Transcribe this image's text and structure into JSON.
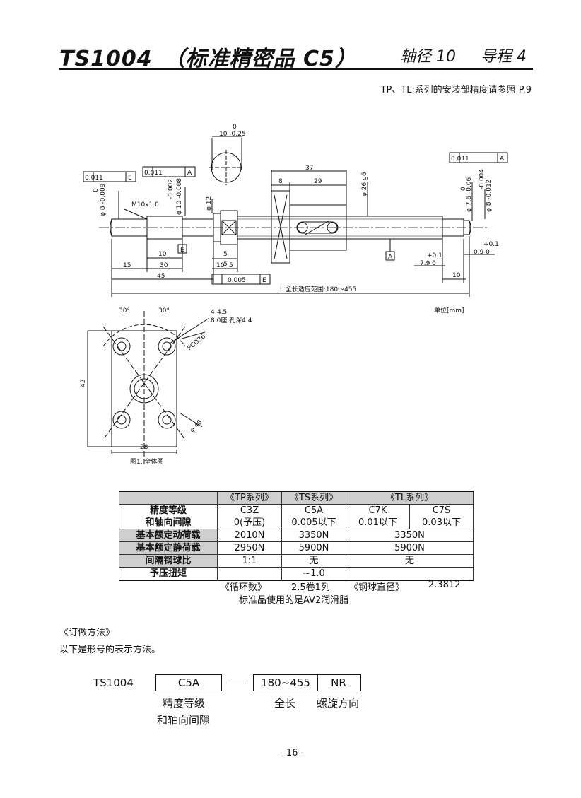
{
  "header": {
    "title": "TS1004　（标准精密品 C5）",
    "shaft_dia": "轴径 10",
    "lead": "导程 4",
    "note": "TP、TL 系列的安装部精度请参照 P.9"
  },
  "drawing": {
    "tol_01": "0.011",
    "datum_e": "E",
    "datum_a": "A",
    "tol_005": "0.005",
    "d8": "φ 8 -0.009",
    "d8_top": "0",
    "m10": "M10x1.0",
    "d10": "φ 10 -0.008",
    "d10_top": "-0.002",
    "d12": "φ 12",
    "circle_top": "0",
    "circle_dim": "10 -0.25",
    "dim37": "37",
    "dim8": "8",
    "dim29": "29",
    "d26": "φ 26 g6",
    "d76": "φ 7.6 -0.06",
    "d76_top": "0",
    "d8r": "φ 8 -0.012",
    "d8r_top": "-0.004",
    "dim10a": "10",
    "dim5a": "5",
    "dim5b": "5",
    "dim15": "15",
    "dim30": "30",
    "dim10b": "10",
    "dim5c": "5",
    "dim45": "45",
    "dim79": "7.9 0",
    "dim79_top": "+0.1",
    "dim09": "0.9 0",
    "dim09_top": "+0.1",
    "dim10c": "10",
    "length_note": "L  全长适应范围:180～455",
    "unit": "单位[mm]",
    "angle1": "30°",
    "angle2": "30°",
    "holes1": "4-4.5",
    "holes2": "8.0座  孔深4.4",
    "pcd": "PCD36",
    "h42": "42",
    "w28": "28",
    "d46": "φ 46",
    "caption": "图1. 全体图"
  },
  "spec_table": {
    "headers": [
      "",
      "《TP系列》",
      "《TS系列》",
      "《TL系列》"
    ],
    "rows": [
      {
        "label": "精度等级",
        "tp": "C3Z",
        "ts": "C5A",
        "tl1": "C7K",
        "tl2": "C7S"
      },
      {
        "label": "和轴向间隙",
        "tp": "0(予压)",
        "ts": "0.005以下",
        "tl1": "0.01以下",
        "tl2": "0.03以下"
      },
      {
        "label": "基本额定动荷载",
        "tp": "2010N",
        "ts": "3350N",
        "tl": "3350N"
      },
      {
        "label": "基本额定静荷载",
        "tp": "2950N",
        "ts": "5900N",
        "tl": "5900N"
      },
      {
        "label": "间隔钢球比",
        "tp": "1:1",
        "ts": "无",
        "tl": "无"
      },
      {
        "label": "予压扭矩",
        "tp": "",
        "ts": "~1.0",
        "tl": ""
      }
    ],
    "foot1_label": "《循环数》",
    "foot1_value": "2.5卷1列",
    "foot2_label": "《钢球直径》",
    "foot2_value": "2.3812",
    "foot3": "标准品使用的是AV2润滑脂"
  },
  "order": {
    "title": "《订做方法》",
    "desc": "以下是形号的表示方法。",
    "model": "TS1004",
    "code1": "C5A",
    "code2": "180~455",
    "code3": "NR",
    "label1a": "精度等级",
    "label1b": "和轴向间隙",
    "label2": "全长",
    "label3": "螺旋方向"
  },
  "page_number": "- 16 -"
}
